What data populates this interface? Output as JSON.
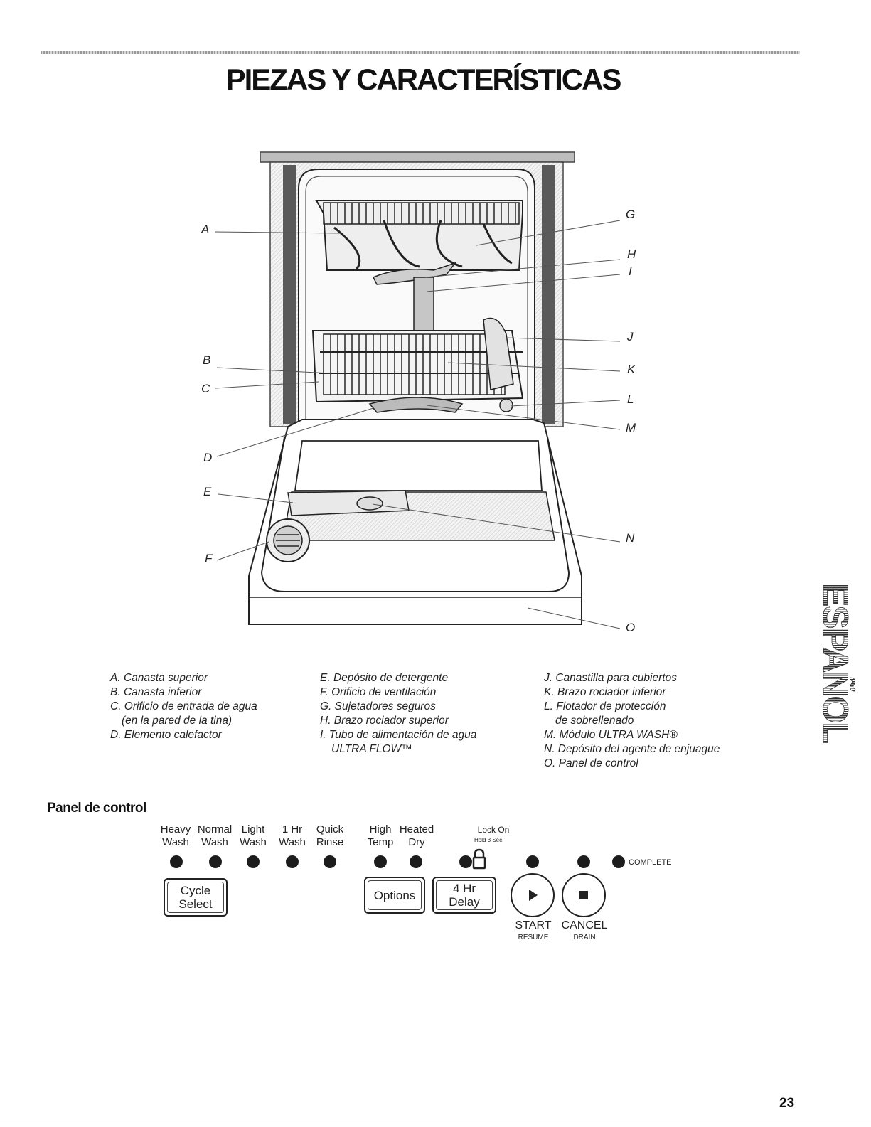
{
  "page": {
    "title": "PIEZAS Y CARACTERÍSTICAS",
    "side_tab": "ESPAÑOL",
    "page_number": "23"
  },
  "diagram": {
    "callouts": [
      "A",
      "B",
      "C",
      "D",
      "E",
      "F",
      "G",
      "H",
      "I",
      "J",
      "K",
      "L",
      "M",
      "N",
      "O"
    ]
  },
  "legend": {
    "col1": [
      "A. Canasta superior",
      "B. Canasta inferior",
      "C. Orificio de entrada de agua",
      "(en la pared de la tina)",
      "D. Elemento calefactor"
    ],
    "col2": [
      "E. Depósito de detergente",
      "F. Orificio de ventilación",
      "G. Sujetadores seguros",
      "H. Brazo rociador superior",
      "I. Tubo de alimentación de agua",
      "ULTRA FLOW™"
    ],
    "col3": [
      "J. Canastilla para cubiertos",
      "K. Brazo rociador inferior",
      "L. Flotador de protección",
      "de sobrellenado",
      "M. Módulo ULTRA WASH®",
      "N. Depósito del agente de enjuague",
      "O. Panel de control"
    ]
  },
  "control_panel": {
    "heading": "Panel de control",
    "cycles": [
      {
        "line1": "Heavy",
        "line2": "Wash"
      },
      {
        "line1": "Normal",
        "line2": "Wash"
      },
      {
        "line1": "Light",
        "line2": "Wash"
      },
      {
        "line1": "1 Hr",
        "line2": "Wash"
      },
      {
        "line1": "Quick",
        "line2": "Rinse"
      }
    ],
    "options": [
      {
        "line1": "High",
        "line2": "Temp"
      },
      {
        "line1": "Heated",
        "line2": "Dry"
      }
    ],
    "lock": {
      "label": "Lock On",
      "hold": "Hold 3 Sec."
    },
    "complete_label": "COMPLETE",
    "buttons": {
      "cycle_select": {
        "line1": "Cycle",
        "line2": "Select"
      },
      "options": "Options",
      "delay": {
        "line1": "4 Hr",
        "line2": "Delay"
      },
      "start": {
        "label": "START",
        "sub": "RESUME"
      },
      "cancel": {
        "label": "CANCEL",
        "sub": "DRAIN"
      }
    }
  }
}
